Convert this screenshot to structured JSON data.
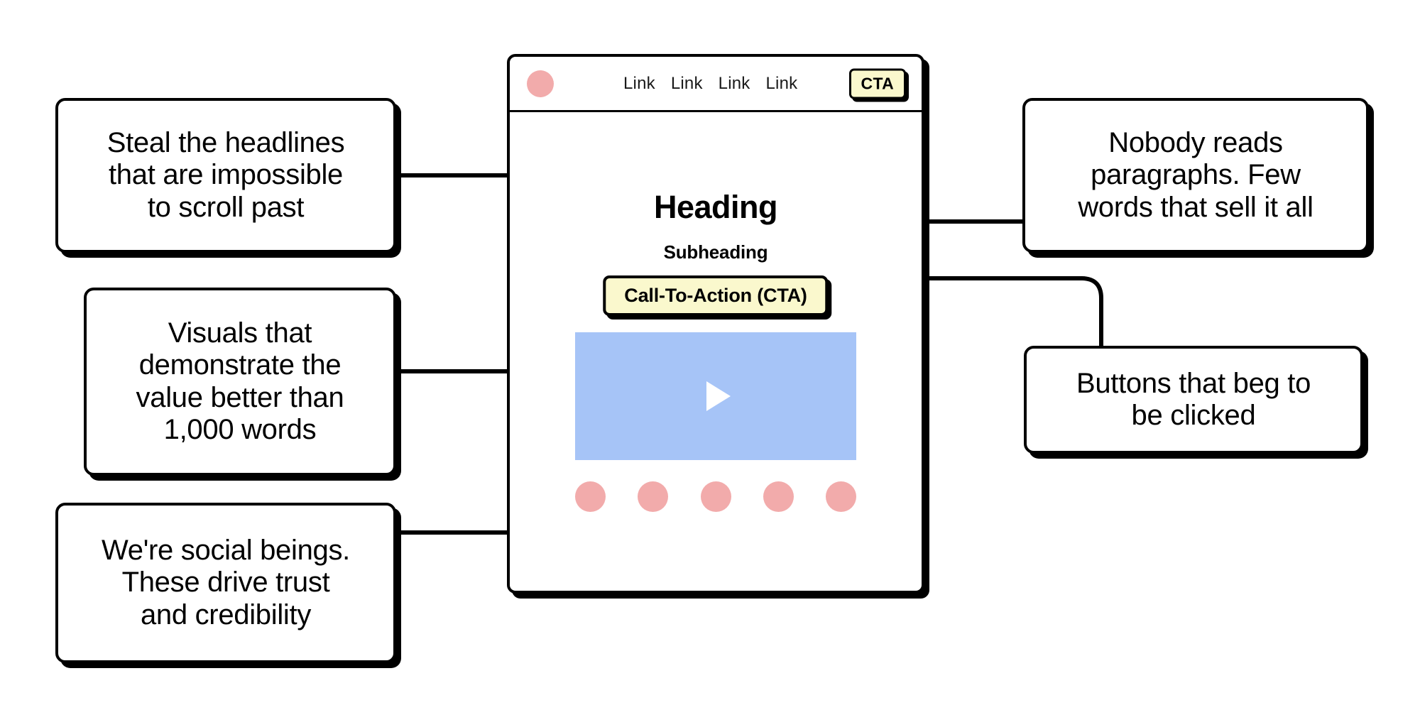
{
  "page": {
    "title": "Landing page anatomy annotated wireframe",
    "background": "#ffffff"
  },
  "colors": {
    "ink": "#000000",
    "cta_yellow": "#FAF8CD",
    "accent_pink": "#F2ABAB",
    "video_blue": "#A6C4F7",
    "surface": "#ffffff"
  },
  "browser": {
    "topbar": {
      "logo_icon": "logo-dot-icon",
      "nav_links": [
        {
          "label": "Link"
        },
        {
          "label": "Link"
        },
        {
          "label": "Link"
        },
        {
          "label": "Link"
        }
      ],
      "cta_button": {
        "label": "CTA"
      }
    },
    "hero": {
      "heading": "Heading",
      "subheading": "Subheading",
      "cta_button": {
        "label": "Call-To-Action (CTA)"
      },
      "video": {
        "icon": "play-icon",
        "alt": "video placeholder"
      },
      "social_proof": {
        "count": 5,
        "items": [
          {
            "label": ""
          },
          {
            "label": ""
          },
          {
            "label": ""
          },
          {
            "label": ""
          },
          {
            "label": ""
          }
        ]
      }
    }
  },
  "callouts": {
    "headline": {
      "text": "Steal the headlines\nthat are impossible\nto scroll past",
      "target": "heading"
    },
    "visuals": {
      "text": "Visuals that\ndemonstrate the\nvalue better than\n1,000 words",
      "target": "video"
    },
    "social": {
      "text": "We're social beings.\nThese drive trust\nand credibility",
      "target": "social-proof"
    },
    "paragraph": {
      "text": "Nobody reads\nparagraphs. Few\nwords that sell it all",
      "target": "subheading"
    },
    "buttons": {
      "text": "Buttons that beg to\nbe clicked",
      "target": "cta-button"
    }
  }
}
